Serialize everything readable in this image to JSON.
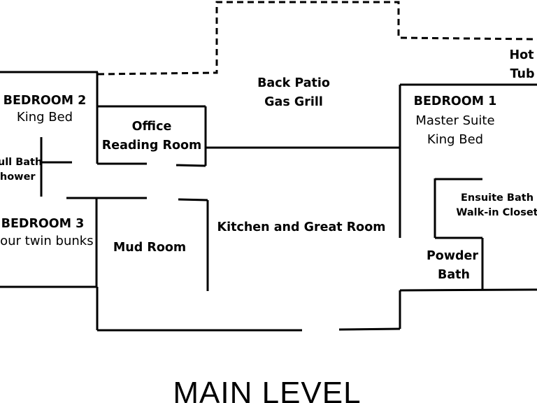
{
  "title": "MAIN LEVEL",
  "rooms": {
    "back_patio": [
      "Back Patio",
      "Gas Grill"
    ],
    "hot_tub": [
      "Hot",
      "Tub"
    ],
    "bedroom_1": {
      "name": "BEDROOM 1",
      "details": [
        "Master Suite",
        "King Bed"
      ]
    },
    "bedroom_2": {
      "name": "BEDROOM 2",
      "detail": "King Bed"
    },
    "office": [
      "Office",
      "Reading Room"
    ],
    "full_bath": [
      "Full Bath",
      "Shower"
    ],
    "bedroom_3": {
      "name": "BEDROOM 3",
      "detail": "Four twin bunks"
    },
    "mud_room": "Mud Room",
    "kitchen": "Kitchen and Great Room",
    "ensuite": [
      "Ensuite Bath",
      "Walk-in Closet"
    ],
    "powder_bath": [
      "Powder",
      "Bath"
    ]
  }
}
